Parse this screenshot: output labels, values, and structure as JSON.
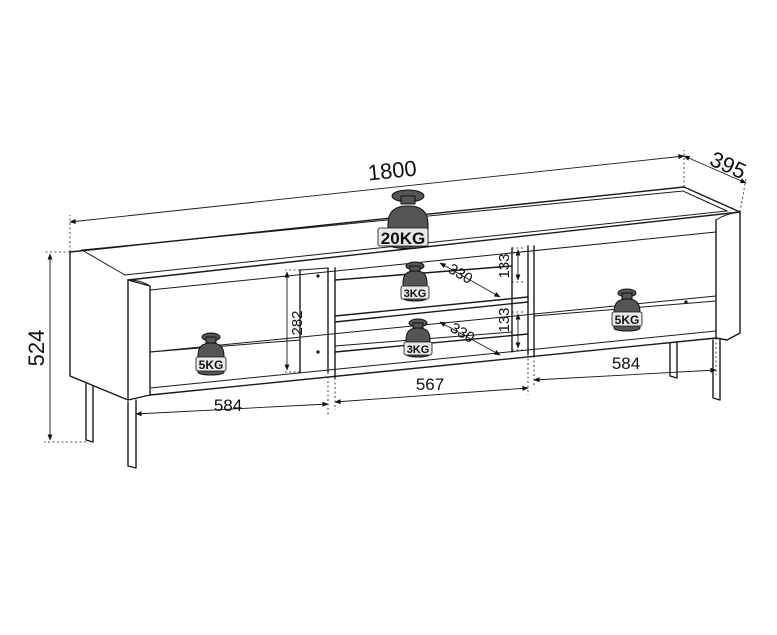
{
  "dimensions": {
    "total_width": "1800",
    "depth": "395",
    "height": "524",
    "left_section_width": "584",
    "middle_section_width": "567",
    "right_section_width": "584",
    "upper_shelf_spacing": "133",
    "lower_shelf_spacing": "133",
    "upper_shelf_depth": "330",
    "lower_shelf_depth": "330",
    "left_compartment_height": "282"
  },
  "load_labels": {
    "top_load": "20KG",
    "left_compartment_load": "5KG",
    "right_compartment_load": "5KG",
    "upper_shelf_load": "3KG",
    "lower_shelf_load": "3KG"
  }
}
